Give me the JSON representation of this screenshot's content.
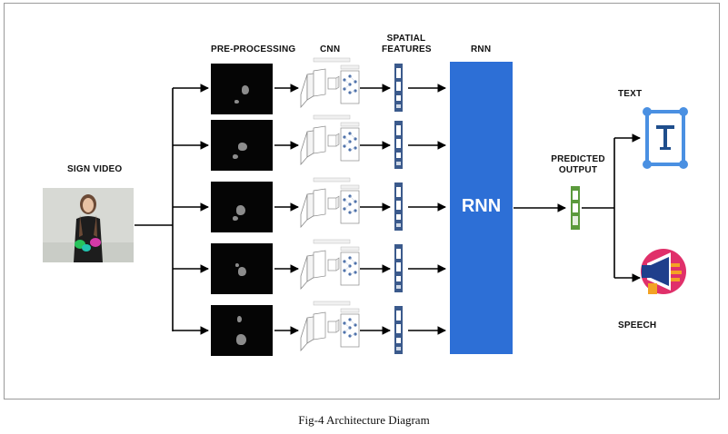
{
  "labels": {
    "sign_video": "SIGN VIDEO",
    "pre_processing": "PRE-PROCESSING",
    "cnn": "CNN",
    "spatial_line1": "SPATIAL",
    "spatial_line2": "FEATURES",
    "rnn": "RNN",
    "rnn_block": "RNN",
    "predicted_line1": "PREDICTED",
    "predicted_line2": "OUTPUT",
    "text": "TEXT",
    "speech": "SPEECH"
  },
  "caption": "Fig-4 Architecture Diagram",
  "icons": {
    "text_output": "text-icon",
    "speech_output": "megaphone-speech-icon"
  },
  "colors": {
    "rnn_block": "#2d6fd6",
    "feature_vector": "#3b5a8c",
    "predicted_vector": "#5b9a3c",
    "text_icon_frame": "#4a90e2",
    "text_icon_letter": "#1f4e8c",
    "speech_icon_pink": "#e0306a",
    "speech_icon_blue": "#1f3f8c",
    "speech_icon_orange": "#f3a224"
  }
}
